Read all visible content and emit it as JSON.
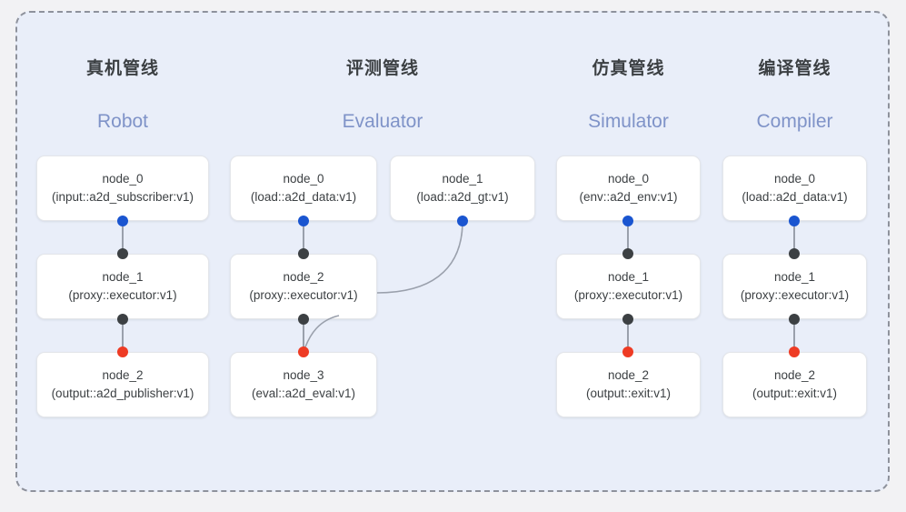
{
  "panel": {
    "border_style": "dashed",
    "border_color": "#8e929c",
    "background": "#e9eef9"
  },
  "colors": {
    "port_in": "#1a55d0",
    "port_mid": "#3c4043",
    "port_out": "#ee3b24",
    "node_bg": "#ffffff",
    "node_border": "#e4e6ea",
    "title": "#3c4043",
    "subtitle": "#7f93c8",
    "wire": "#9aa0ac"
  },
  "columns": [
    {
      "id": "robot",
      "title": "真机管线",
      "subtitle": "Robot",
      "nodes": [
        {
          "name": "node_0",
          "type": "(input::a2d_subscriber:v1)"
        },
        {
          "name": "node_1",
          "type": "(proxy::executor:v1)"
        },
        {
          "name": "node_2",
          "type": "(output::a2d_publisher:v1)"
        }
      ]
    },
    {
      "id": "evaluator",
      "title": "评测管线",
      "subtitle": "Evaluator",
      "nodes": [
        {
          "name": "node_0",
          "type": "(load::a2d_data:v1)"
        },
        {
          "name": "node_1",
          "type": "(load::a2d_gt:v1)"
        },
        {
          "name": "node_2",
          "type": "(proxy::executor:v1)"
        },
        {
          "name": "node_3",
          "type": "(eval::a2d_eval:v1)"
        }
      ]
    },
    {
      "id": "simulator",
      "title": "仿真管线",
      "subtitle": "Simulator",
      "nodes": [
        {
          "name": "node_0",
          "type": "(env::a2d_env:v1)"
        },
        {
          "name": "node_1",
          "type": "(proxy::executor:v1)"
        },
        {
          "name": "node_2",
          "type": "(output::exit:v1)"
        }
      ]
    },
    {
      "id": "compiler",
      "title": "编译管线",
      "subtitle": "Compiler",
      "nodes": [
        {
          "name": "node_0",
          "type": "(load::a2d_data:v1)"
        },
        {
          "name": "node_1",
          "type": "(proxy::executor:v1)"
        },
        {
          "name": "node_2",
          "type": "(output::exit:v1)"
        }
      ]
    }
  ]
}
